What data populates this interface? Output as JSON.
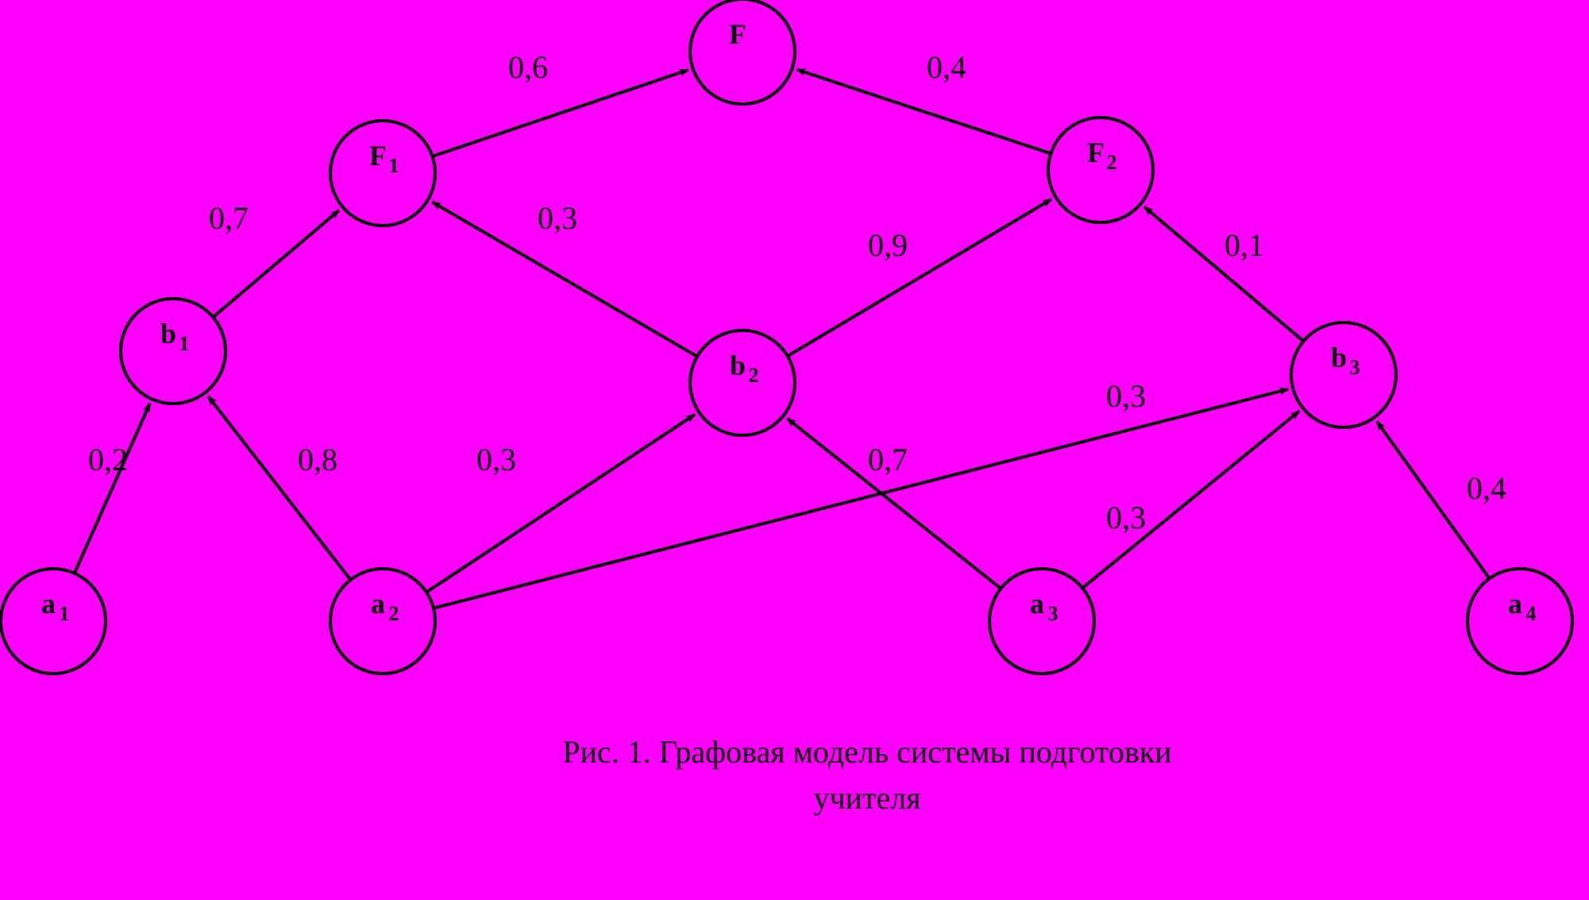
{
  "colors": {
    "background": "#FF00FF",
    "stroke": "#000000",
    "text": "#000000"
  },
  "nodes": [
    {
      "id": "F",
      "label": "F",
      "sub": ""
    },
    {
      "id": "F1",
      "label": "F",
      "sub": "1"
    },
    {
      "id": "F2",
      "label": "F",
      "sub": "2"
    },
    {
      "id": "b1",
      "label": "b",
      "sub": "1"
    },
    {
      "id": "b2",
      "label": "b",
      "sub": "2"
    },
    {
      "id": "b3",
      "label": "b",
      "sub": "3"
    },
    {
      "id": "a1",
      "label": "a",
      "sub": "1"
    },
    {
      "id": "a2",
      "label": "a",
      "sub": "2"
    },
    {
      "id": "a3",
      "label": "a",
      "sub": "3"
    },
    {
      "id": "a4",
      "label": "a",
      "sub": "4"
    }
  ],
  "edges": [
    {
      "from": "F1",
      "to": "F",
      "weight": "0,6"
    },
    {
      "from": "F2",
      "to": "F",
      "weight": "0,4"
    },
    {
      "from": "b1",
      "to": "F1",
      "weight": "0,7"
    },
    {
      "from": "b2",
      "to": "F1",
      "weight": "0,3"
    },
    {
      "from": "b2",
      "to": "F2",
      "weight": "0,9"
    },
    {
      "from": "b3",
      "to": "F2",
      "weight": "0,1"
    },
    {
      "from": "a1",
      "to": "b1",
      "weight": "0,2"
    },
    {
      "from": "a2",
      "to": "b1",
      "weight": "0,8"
    },
    {
      "from": "a2",
      "to": "b2",
      "weight": "0,3"
    },
    {
      "from": "a2",
      "to": "b3",
      "weight": "0,3"
    },
    {
      "from": "a3",
      "to": "b2",
      "weight": "0,7"
    },
    {
      "from": "a3",
      "to": "b3",
      "weight": "0,3"
    },
    {
      "from": "a4",
      "to": "b3",
      "weight": "0,4"
    }
  ],
  "caption": {
    "line1": "Рис. 1. Графовая модель  системы подготовки",
    "line2": "учителя"
  }
}
